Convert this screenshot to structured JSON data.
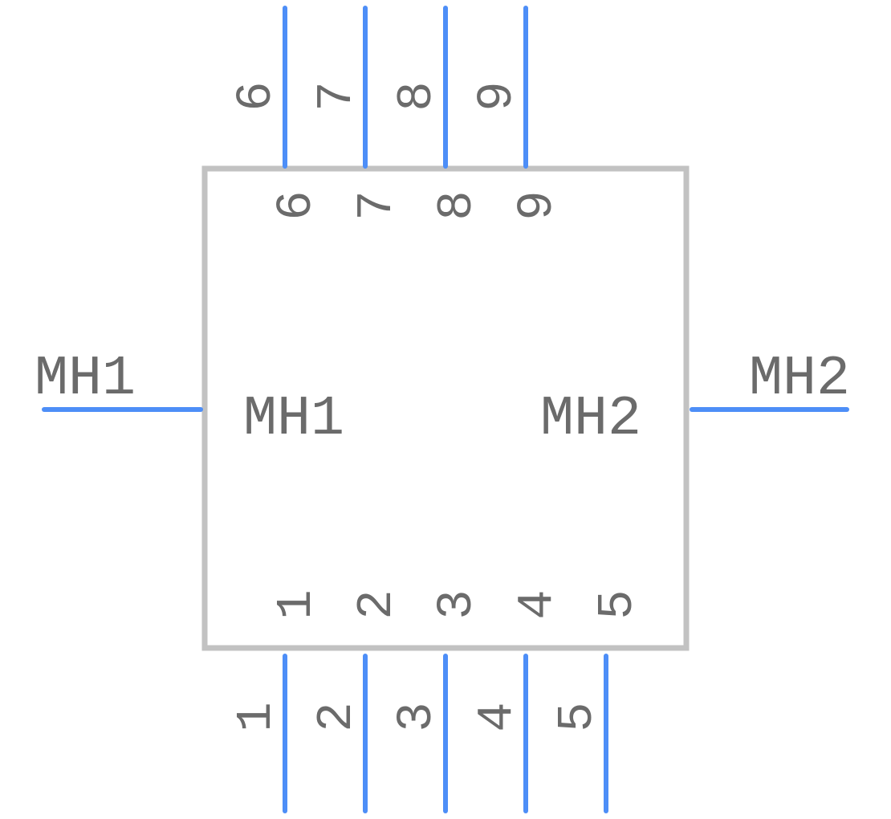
{
  "component": {
    "body_color": "#c2c2c2",
    "pin_color": "#4d8ef7",
    "text_color": "#6b6b6b"
  },
  "top_pins": [
    {
      "name": "6",
      "outer_label": "6",
      "inner_label": "6"
    },
    {
      "name": "7",
      "outer_label": "7",
      "inner_label": "7"
    },
    {
      "name": "8",
      "outer_label": "8",
      "inner_label": "8"
    },
    {
      "name": "9",
      "outer_label": "9",
      "inner_label": "9"
    }
  ],
  "bottom_pins": [
    {
      "name": "1",
      "outer_label": "1",
      "inner_label": "1"
    },
    {
      "name": "2",
      "outer_label": "2",
      "inner_label": "2"
    },
    {
      "name": "3",
      "outer_label": "3",
      "inner_label": "3"
    },
    {
      "name": "4",
      "outer_label": "4",
      "inner_label": "4"
    },
    {
      "name": "5",
      "outer_label": "5",
      "inner_label": "5"
    }
  ],
  "left_pin": {
    "outer_label": "MH1",
    "inner_label": "MH1"
  },
  "right_pin": {
    "outer_label": "MH2",
    "inner_label": "MH2"
  }
}
